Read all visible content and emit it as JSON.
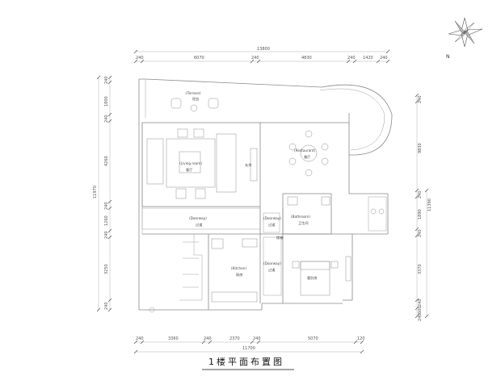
{
  "title": "1楼平面布置图",
  "north_label": "N",
  "dimensions": {
    "top_total": "13800",
    "top": [
      "240",
      "6070",
      "240",
      "4830",
      "240",
      "1420",
      "240"
    ],
    "bottom_total": "11700",
    "bottom": [
      "240",
      "3360",
      "240",
      "2370",
      "240",
      "5070",
      "120"
    ],
    "left_total": "11970",
    "left": [
      "240",
      "1800",
      "240",
      "4260",
      "240",
      "1260",
      "240",
      "3250",
      "240"
    ],
    "right_total": "11390",
    "right": [
      "240",
      "9830",
      "240",
      "1890",
      "240",
      "3370",
      "240",
      "600",
      "240"
    ]
  },
  "rooms": {
    "terrace": {
      "en": "(Terrace)",
      "zh": "阳台"
    },
    "living": {
      "en": "(Living room)",
      "zh": "客厅"
    },
    "entry": {
      "zh": "玄关"
    },
    "dining": {
      "en": "(Restaurant)",
      "zh": "餐厅"
    },
    "bathroom": {
      "en": "(Bathroom)",
      "zh": "卫生间"
    },
    "corridor1": {
      "en": "(Doorway)",
      "zh": "过道"
    },
    "corridor2": {
      "en": "(Doorway)",
      "zh": "过道"
    },
    "corridor3": {
      "en": "(Doorway)",
      "zh": "过道"
    },
    "kitchen": {
      "en": "(Kitchen)",
      "zh": "厨房"
    },
    "bedroom": {
      "zh": "客卧房"
    },
    "stairs": {
      "zh": "楼梯"
    }
  }
}
